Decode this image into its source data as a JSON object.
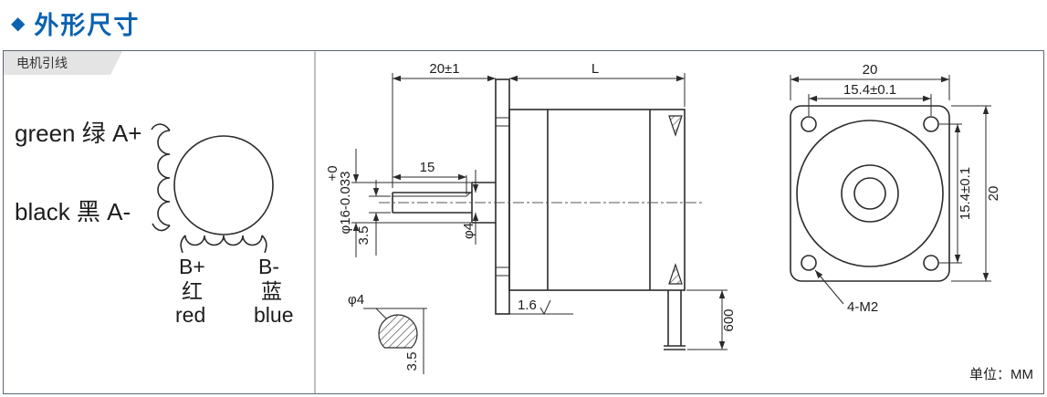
{
  "header": {
    "diamond": "◆",
    "title": "外形尺寸"
  },
  "panel": {
    "tab_label": "电机引线",
    "unit_label": "单位：MM"
  },
  "wiring": {
    "lead_a_plus": "green 绿 A+",
    "lead_a_minus": "black 黑 A-",
    "b_plus": "B+",
    "b_plus_cn": "红",
    "b_plus_en": "red",
    "b_minus": "B-",
    "b_minus_cn": "蓝",
    "b_minus_en": "blue"
  },
  "side_view": {
    "shaft_length": "20±1",
    "body_length": "L",
    "flat_length": "15",
    "boss_tolerance": "+0",
    "boss_diameter": "φ16-0.033",
    "flat_depth": "3.5",
    "shaft_diameter": "φ4",
    "surface_finish": "1.6",
    "wire_length": "600",
    "section_diameter": "φ4",
    "section_flat": "3.5"
  },
  "front_view": {
    "width": "20",
    "hole_spacing_h": "15.4±0.1",
    "hole_spacing_v": "15.4±0.1",
    "height": "20",
    "hole_spec": "4-M2"
  },
  "colors": {
    "accent": "#0b62b0",
    "line": "#2b2b2b",
    "tab_bg": "#e4e4e4"
  }
}
